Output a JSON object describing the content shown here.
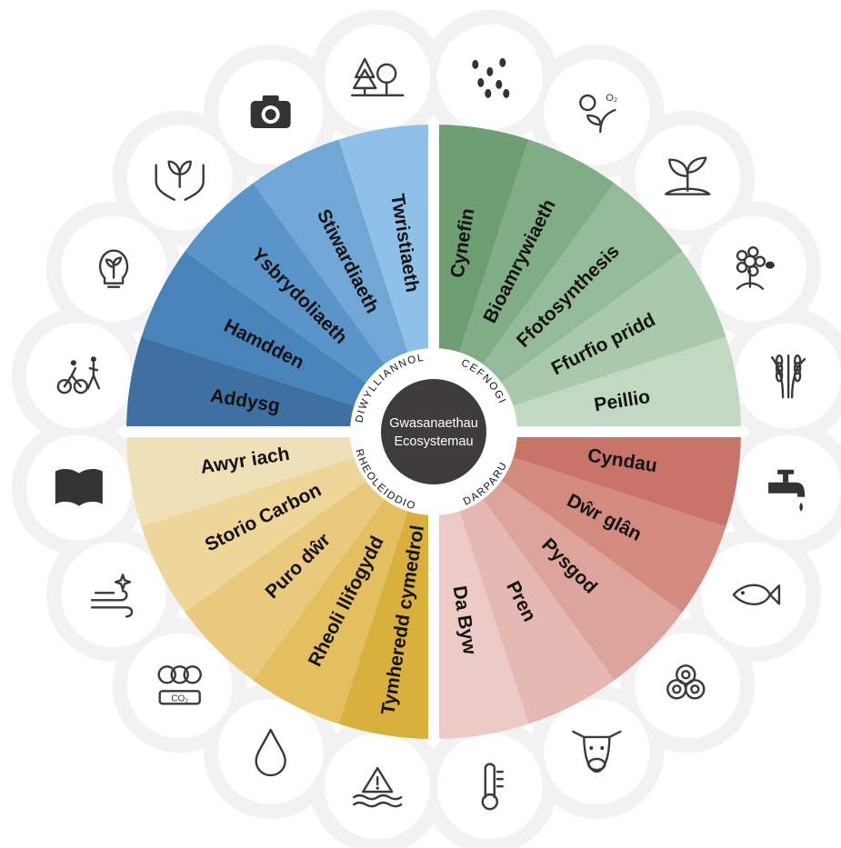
{
  "center": {
    "line1": "Gwasanaethau",
    "line2": "Ecosystemau",
    "fill": "#3d3b3c"
  },
  "categories": [
    {
      "key": "cultural",
      "name": "DIWYLLIANNOL",
      "color": "#3c73a9"
    },
    {
      "key": "supporting",
      "name": "CEFNOGI",
      "color": "#6c9e72"
    },
    {
      "key": "provisioning",
      "name": "DARPARU",
      "color": "#c97468"
    },
    {
      "key": "regulating",
      "name": "RHEOLEIDDIO",
      "color": "#d9b03c"
    }
  ],
  "quadrants": {
    "cultural": [
      {
        "label": "Addysg",
        "color": "#3e70a1"
      },
      {
        "label": "Hamdden",
        "color": "#4883ba"
      },
      {
        "label": "Ysbrydoliaeth",
        "color": "#5a94c8"
      },
      {
        "label": "Stiwardiaeth",
        "color": "#70a7d7"
      },
      {
        "label": "Twristiaeth",
        "color": "#8fc0e8"
      }
    ],
    "supporting": [
      {
        "label": "Cynefin",
        "color": "#6c9e72"
      },
      {
        "label": "Bioamrywiaeth",
        "color": "#80ad85"
      },
      {
        "label": "Ffotosynthesis",
        "color": "#94bb98"
      },
      {
        "label": "Ffurfio pridd",
        "color": "#a8c9ab"
      },
      {
        "label": "Peillio",
        "color": "#c1d9c2"
      }
    ],
    "provisioning": [
      {
        "label": "Cyndau",
        "color": "#c97468"
      },
      {
        "label": "Dŵr glân",
        "color": "#d38b80"
      },
      {
        "label": "Pysgod",
        "color": "#dda49b"
      },
      {
        "label": "Pren",
        "color": "#e5b8b1"
      },
      {
        "label": "Da Byw",
        "color": "#eccac5"
      }
    ],
    "regulating": [
      {
        "label": "Awyr iach",
        "color": "#f0e0b8"
      },
      {
        "label": "Storio Carbon",
        "color": "#eed598"
      },
      {
        "label": "Puro dŵr",
        "color": "#e9ca7c"
      },
      {
        "label": "Rheoli llifogydd",
        "color": "#e3bf60"
      },
      {
        "label": "Tymheredd cymedrol",
        "color": "#d9b03c"
      }
    ]
  },
  "icons": [
    "camera-icon",
    "forest-icon",
    "animal-tracks-icon",
    "photosynthesis-icon",
    "seedling-icon",
    "pollination-icon",
    "wheat-icon",
    "water-tap-icon",
    "fish-icon",
    "timber-logs-icon",
    "cow-icon",
    "thermometer-icon",
    "flood-warning-icon",
    "water-drop-icon",
    "carbon-trees-icon",
    "fresh-air-icon",
    "open-book-icon",
    "cycling-walking-icon",
    "lightbulb-plant-icon",
    "hands-plant-icon"
  ],
  "colors": {
    "ring_bubble": "#f2f2f2",
    "icon_circle": "#ffffff",
    "icon_ink": "#333333",
    "separator": "#ffffff"
  }
}
